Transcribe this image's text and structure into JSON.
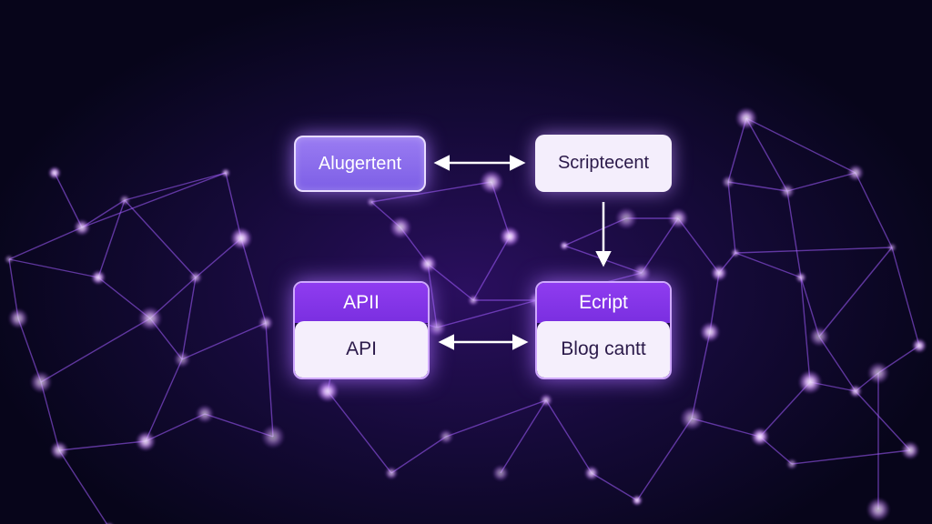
{
  "diagram": {
    "nodes": {
      "alignment": {
        "label": "Alugertent"
      },
      "scriptecent": {
        "label": "Scriptecent"
      },
      "api_stack": {
        "top_label": "APII",
        "bottom_label": "API"
      },
      "ecript_stack": {
        "top_label": "Ecript",
        "bottom_label": "Blog cantt"
      }
    },
    "edges": [
      {
        "from": "alignment",
        "to": "scriptecent",
        "direction": "both"
      },
      {
        "from": "scriptecent",
        "to": "ecript_stack",
        "direction": "forward"
      },
      {
        "from": "api_stack",
        "to": "ecript_stack",
        "direction": "both"
      }
    ]
  },
  "colors": {
    "background": "#07051a",
    "accent_purple": "#8f3cf0",
    "node_light": "#f4eefc",
    "network_glow": "#c77dff"
  }
}
